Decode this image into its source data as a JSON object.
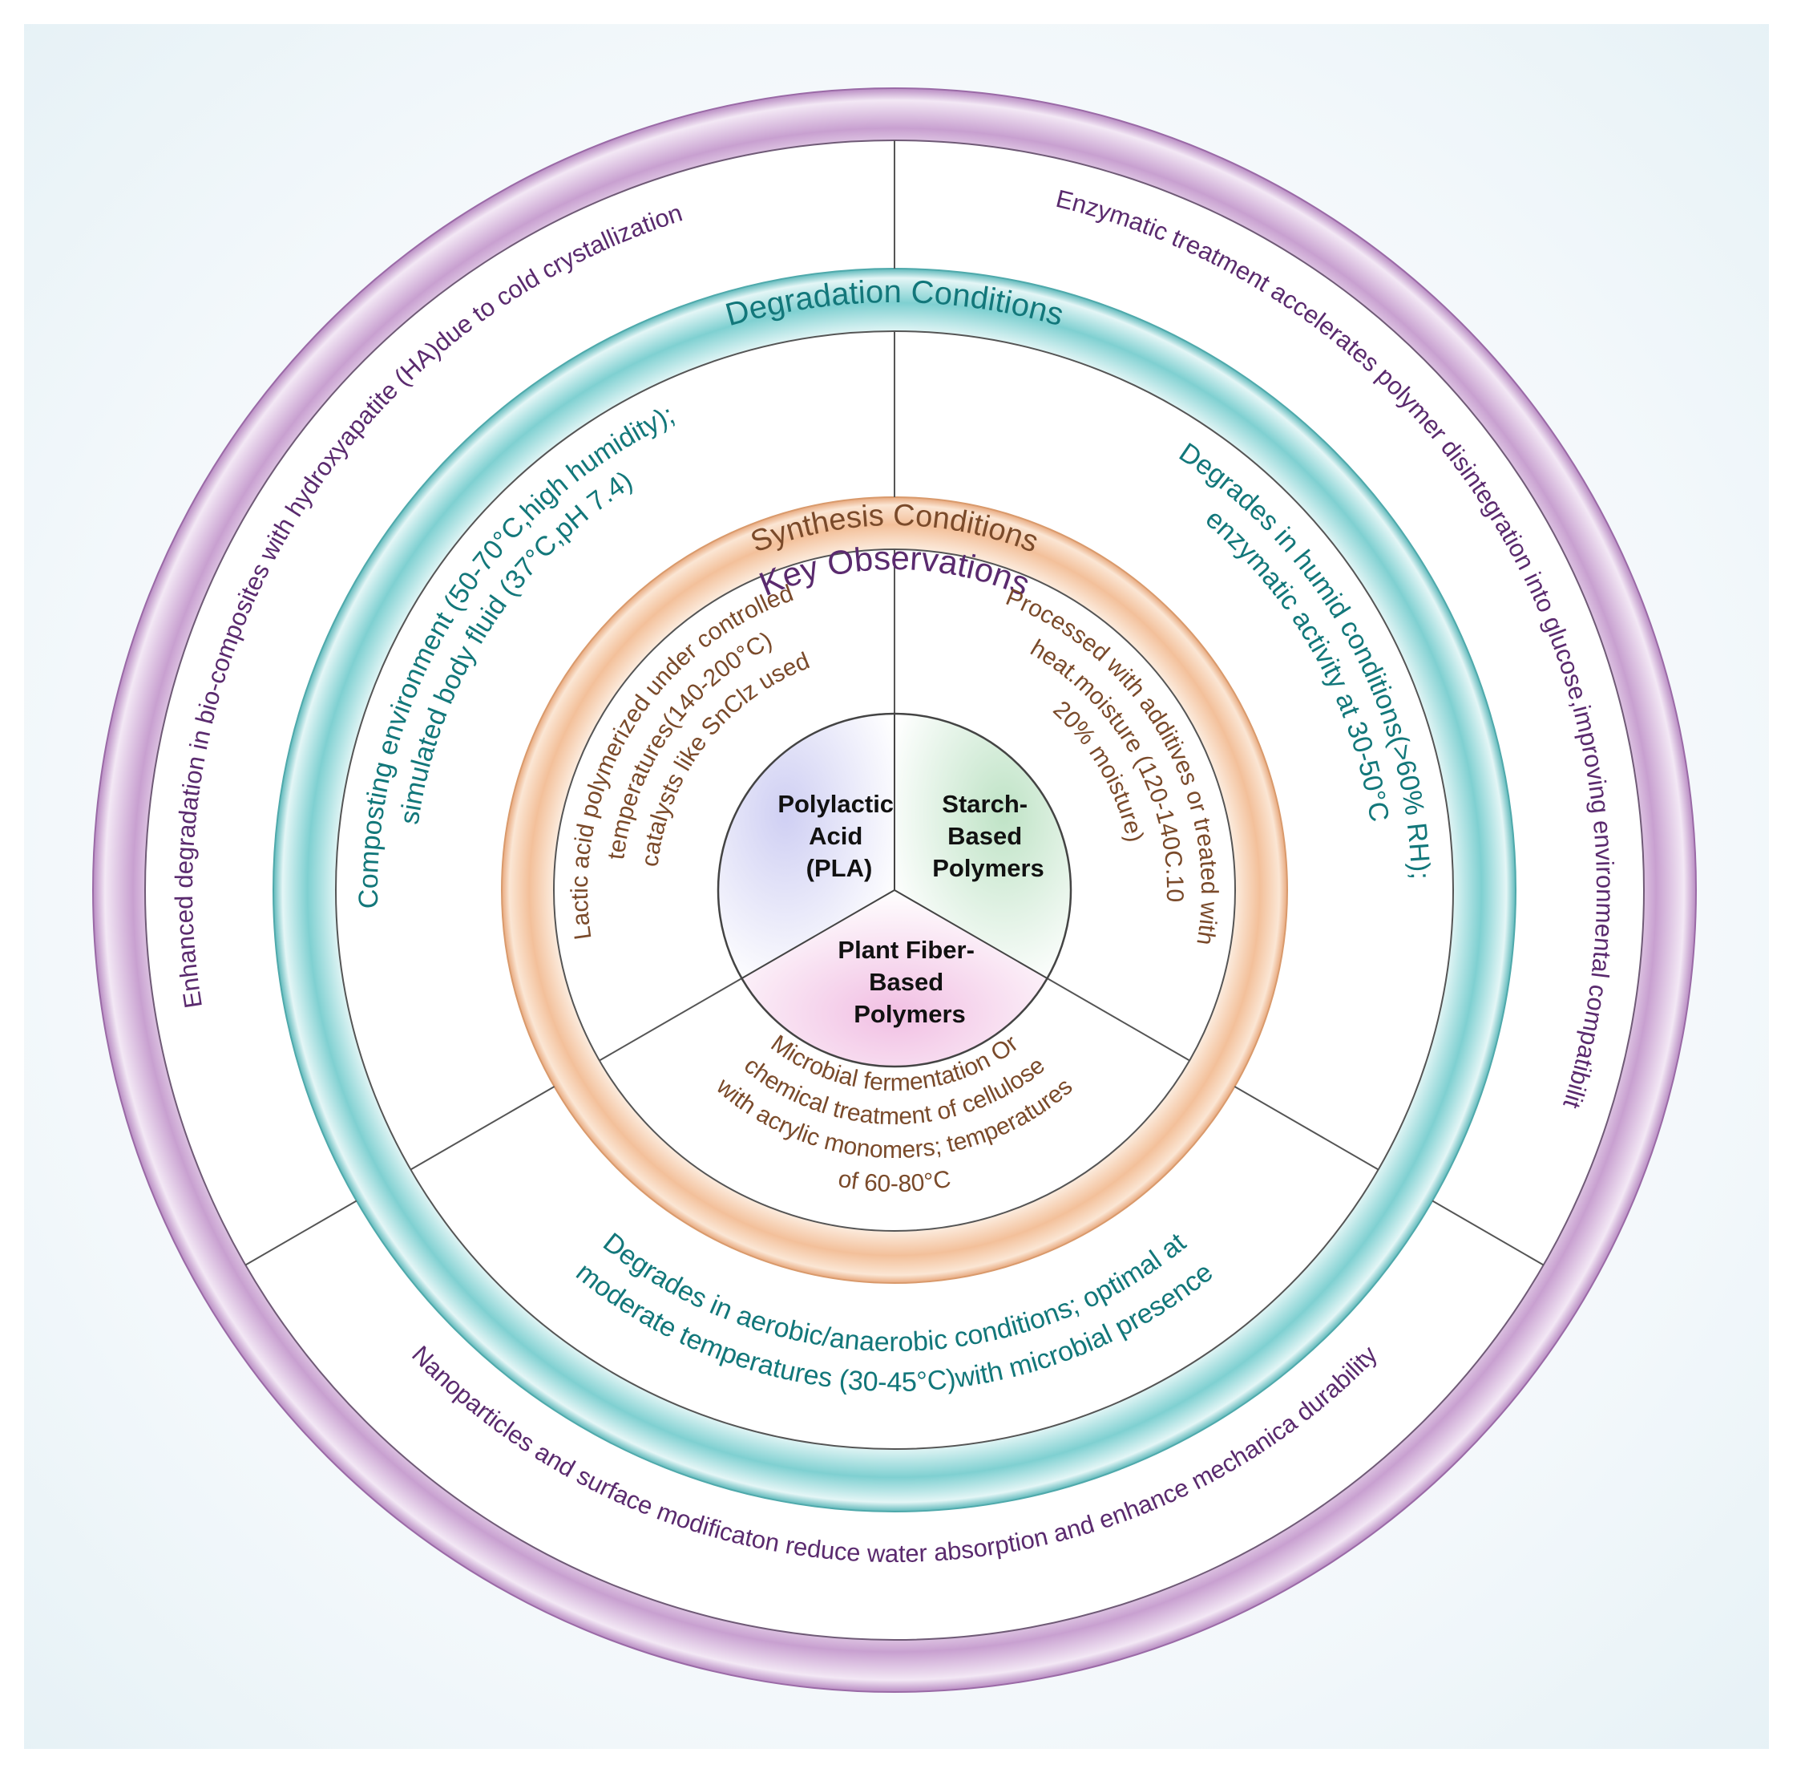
{
  "rings": {
    "observations": {
      "title": "Key Observations",
      "left": "Enhanced degradation in bio-composites with hydroxyapatite (HA)due to cold crystallization",
      "right": "Enzymatic treatment accelerates polymer disintegration into glucose,improving environmental compatibilit",
      "bottom": "Nanoparticles and surface modificaton reduce water absorption and enhance mechanica durability"
    },
    "degradation": {
      "title": "Degradation Conditions",
      "left": [
        "Composting environment (50-70°C,high humidity);",
        "simulated body fluid (37°C,pH 7.4)"
      ],
      "right": [
        "Degrades in humid conditions(>60% RH);",
        "enzymatic activity at 30-50°C"
      ],
      "bottom": [
        "Degrades in aerobic/anaerobic conditions; optimal at",
        "moderate temperatures (30-45°C)with microbial presence"
      ]
    },
    "synthesis": {
      "title": "Synthesis Conditions",
      "left": [
        "Lactic acid polymerized under controlled",
        "temperatures(140-200°C)",
        "catalysts like SnClz used"
      ],
      "right": [
        "Processed with additives or treated with",
        "heat.moisture (120-140C.10",
        "20% moisture)"
      ],
      "bottom": [
        "Microbial fermentation Or",
        "chemical treatment of cellulose",
        "with acrylic monomers; temperatures",
        "of 60-80°C"
      ]
    }
  },
  "center": {
    "pla": [
      "Polylactic",
      "Acid",
      "(PLA)"
    ],
    "starch": [
      "Starch-",
      "Based",
      "Polymers"
    ],
    "fiber": [
      "Plant Fiber-",
      "Based",
      "Polymers"
    ]
  },
  "colors": {
    "purple": "#5a2a6e",
    "teal": "#12777a",
    "brown": "#7a4a2a",
    "observations_ring": "#c9a3d2",
    "degradation_ring": "#7fcfd0",
    "synthesis_ring": "#f3c39c"
  }
}
